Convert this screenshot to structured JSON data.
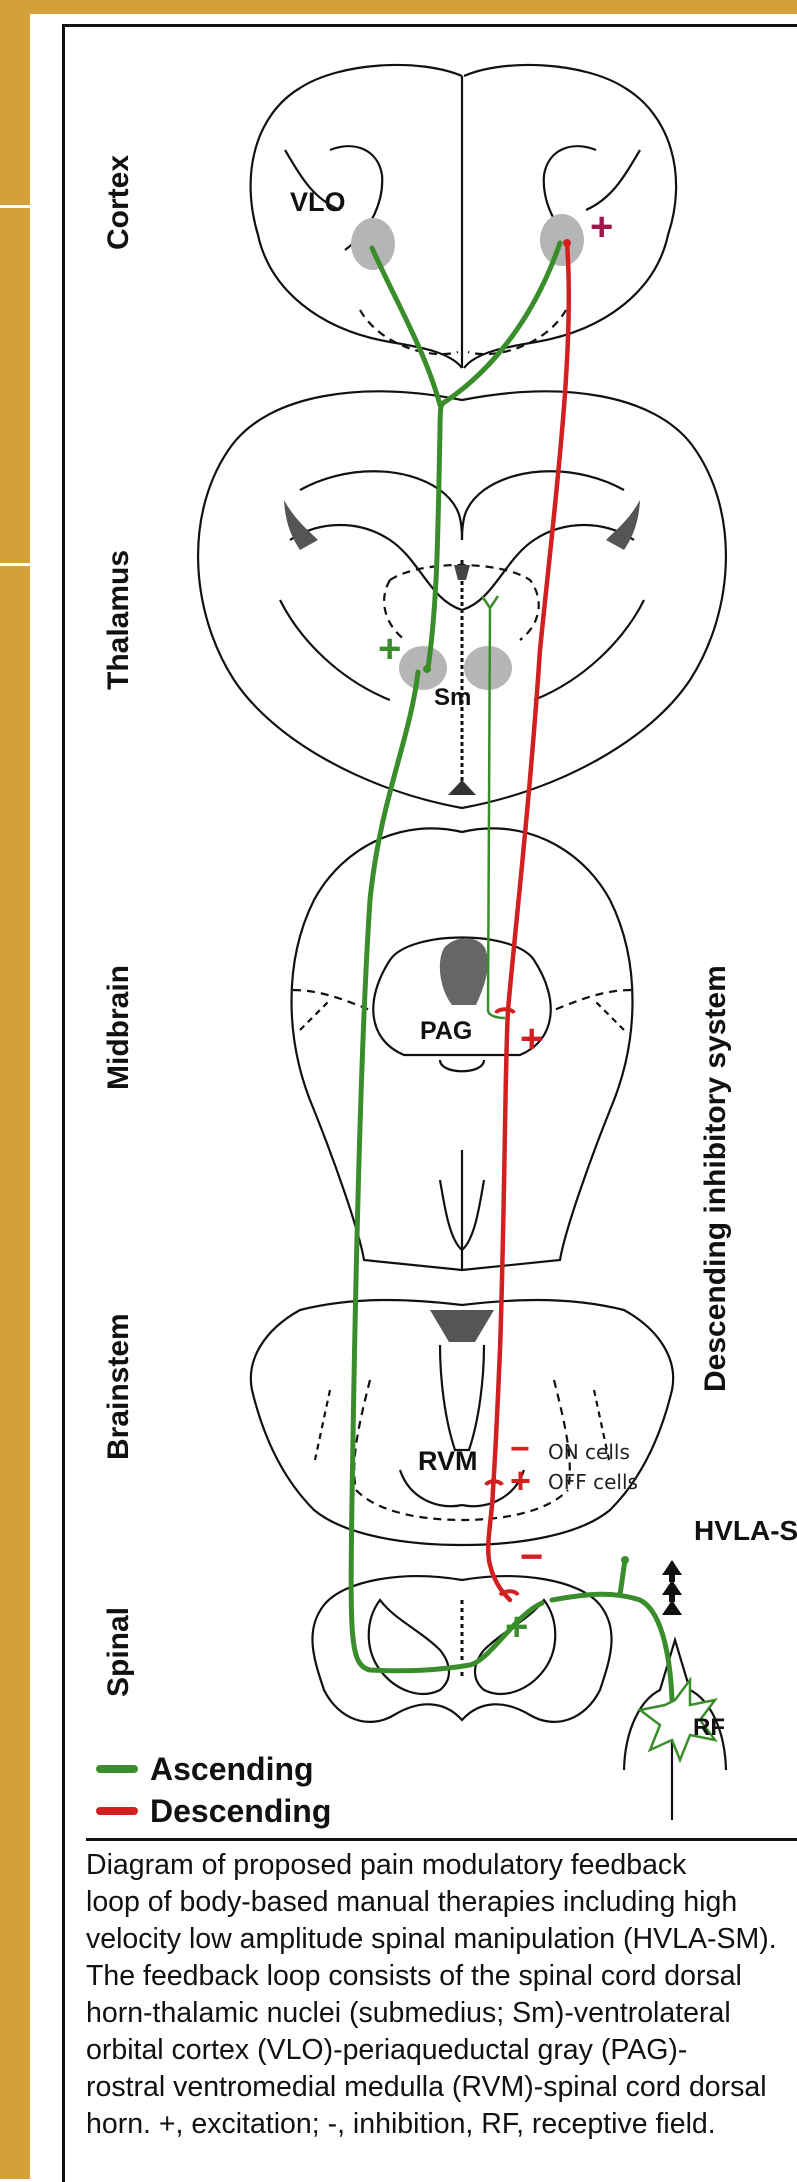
{
  "colors": {
    "frame": "#d4a03a",
    "ascending": "#3a8d2b",
    "descending": "#d21f1f",
    "cortex_plus": "#a0174f"
  },
  "regions": {
    "cortex": "Cortex",
    "thalamus": "Thalamus",
    "midbrain": "Midbrain",
    "brainstem": "Brainstem",
    "spinal": "Spinal"
  },
  "structures": {
    "vlo": "VLO",
    "sm": "Sm",
    "pag": "PAG",
    "rvm": "RVM",
    "rf": "RF",
    "hvla": "HVLA-SM"
  },
  "cells": {
    "on": "ON cells",
    "off": "OFF cells"
  },
  "signs": {
    "plus": "+",
    "minus": "−"
  },
  "system_label": "Descending inhibitory system",
  "legend": {
    "ascending": "Ascending",
    "descending": "Descending"
  },
  "caption": {
    "lines": [
      "Diagram of proposed pain modulatory feedback",
      "loop of body-based manual therapies including high",
      "velocity low amplitude spinal manipulation (HVLA-SM).",
      "The feedback loop consists of the spinal cord dorsal",
      "horn-thalamic nuclei (submedius; Sm)-ventrolateral",
      "orbital cortex (VLO)-periaqueductal gray (PAG)-",
      "rostral ventromedial medulla (RVM)-spinal cord dorsal",
      "horn. +, excitation; -, inhibition, RF, receptive field."
    ]
  }
}
